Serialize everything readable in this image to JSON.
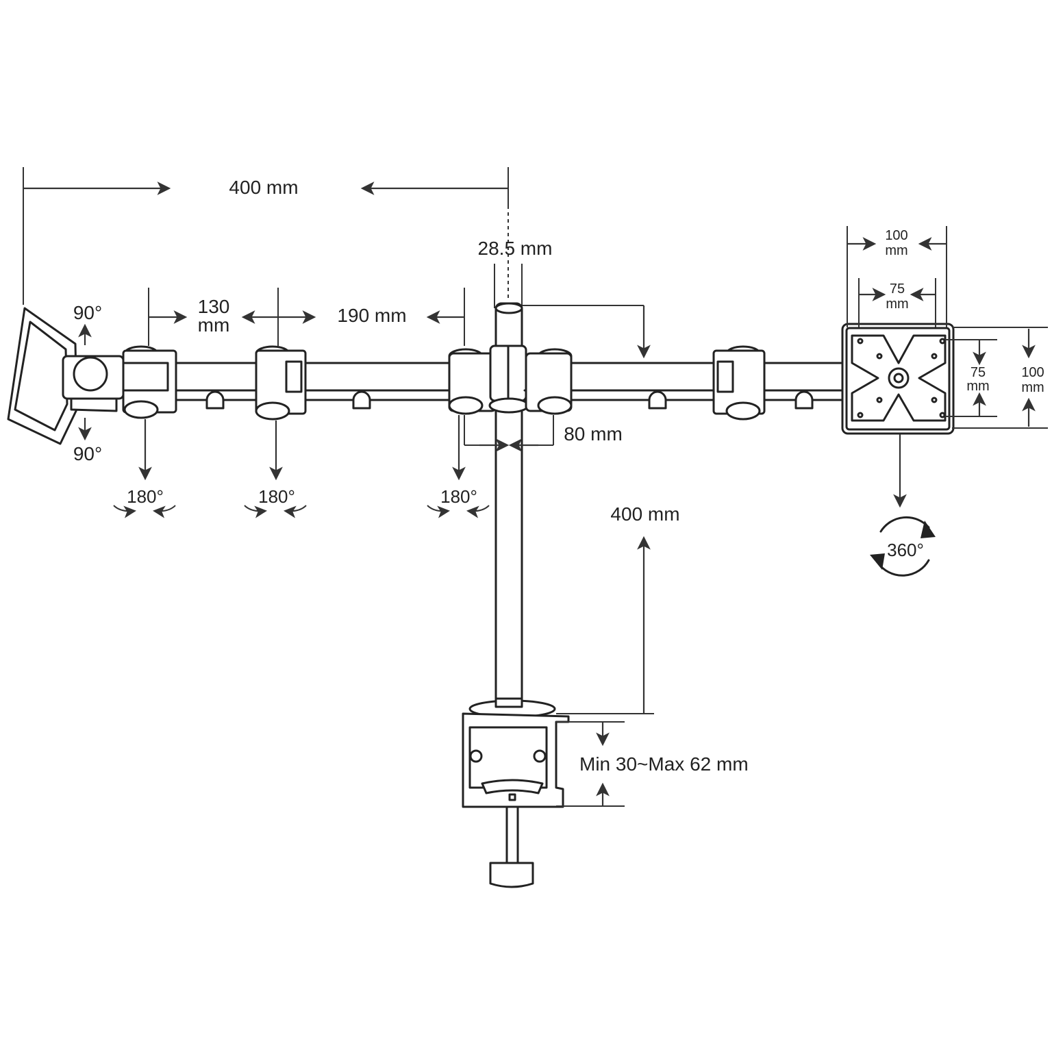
{
  "colors": {
    "line": "#222222",
    "background": "#ffffff"
  },
  "dimensions": {
    "arm_reach": "400 mm",
    "pole_diameter": "28.5 mm",
    "segment_1_a": "130",
    "segment_1_b": "mm",
    "segment_2": "190 mm",
    "base_width": "80 mm",
    "pole_height": "400 mm",
    "clamp_range": "Min 30~Max 62 mm",
    "vesa_100_h_a": "100",
    "vesa_100_h_b": "mm",
    "vesa_75_h_a": "75",
    "vesa_75_h_b": "mm",
    "vesa_75_v_a": "75",
    "vesa_75_v_b": "mm",
    "vesa_100_v_a": "100",
    "vesa_100_v_b": "mm"
  },
  "angles": {
    "tilt_up": "90°",
    "tilt_down": "90°",
    "swivel_1": "180°",
    "swivel_2": "180°",
    "swivel_3": "180°",
    "rotation": "360°"
  }
}
